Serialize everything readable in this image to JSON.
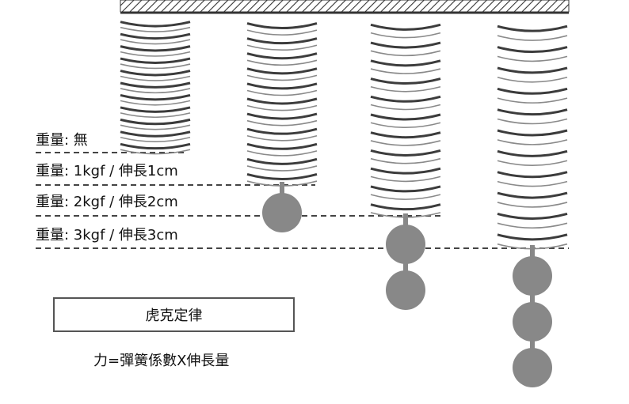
{
  "labels": {
    "none": "重量: 無",
    "one": "重量: 1kgf / 伸長1cm",
    "two": "重量: 2kgf / 伸長2cm",
    "three": "重量: 3kgf / 伸長3cm"
  },
  "title": "虎克定律",
  "formula": "力=彈簧係數X伸長量",
  "springs": [
    {
      "weights": 0
    },
    {
      "weights": 1
    },
    {
      "weights": 2
    },
    {
      "weights": 3
    }
  ],
  "colors": {
    "coil": "#3c3c3c",
    "weight": "#888888",
    "dash": "#444444",
    "ceiling": "#333333"
  }
}
